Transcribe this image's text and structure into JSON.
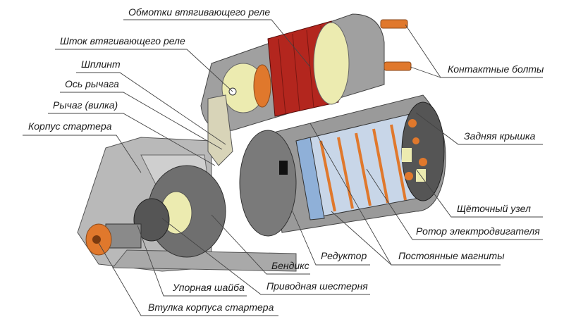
{
  "diagram": {
    "labels": {
      "solenoid_windings": "Обмотки втягивающего реле",
      "solenoid_plunger": "Шток втягивающего реле",
      "cotter_pin": "Шплинт",
      "lever_axle": "Ось рычага",
      "lever_fork": "Рычаг (вилка)",
      "starter_housing": "Корпус стартера",
      "contact_bolts": "Контактные болты",
      "rear_cover": "Задняя крышка",
      "brush_assembly": "Щёточный узел",
      "motor_rotor": "Ротор электродвигателя",
      "permanent_magnets": "Постоянные магниты",
      "gearbox": "Редуктор",
      "bendix": "Бендикс",
      "drive_gear": "Приводная шестерня",
      "thrust_washer": "Упорная шайба",
      "housing_bushing": "Втулка корпуса стартера"
    },
    "colors": {
      "housing": "#b9b9b9",
      "winding": "#b3261e",
      "copper": "#e0782c",
      "yellow_part": "#ecebb0",
      "magnet": "#8fb0d8"
    }
  }
}
